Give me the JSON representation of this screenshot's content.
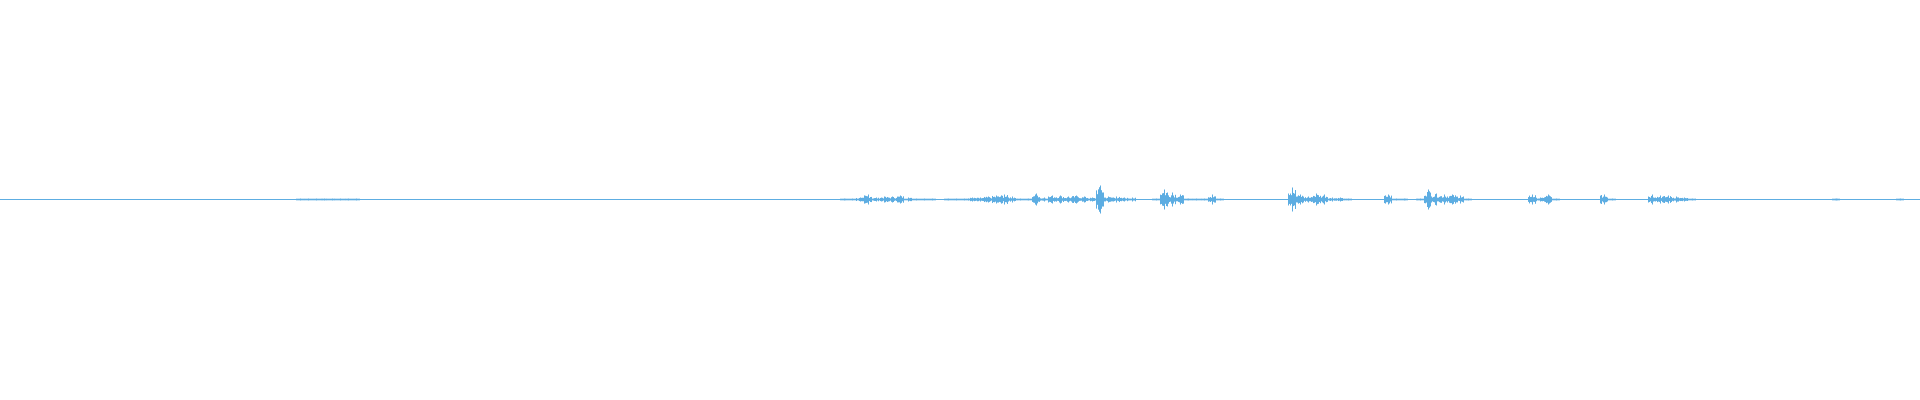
{
  "waveform": {
    "color": "#5dade2",
    "background": "#ffffff",
    "bucket_peaks": [
      0,
      0,
      0,
      0,
      0,
      0,
      0,
      0,
      0,
      0,
      0,
      0,
      0,
      0,
      0,
      0,
      0,
      0,
      0,
      0,
      0,
      0,
      0,
      0,
      0,
      0,
      0,
      0,
      0,
      0,
      0,
      0,
      0,
      0,
      0,
      0,
      0,
      1,
      1,
      1,
      1,
      1,
      1,
      1,
      1,
      0,
      0,
      0,
      0,
      0,
      0,
      0,
      0,
      0,
      0,
      0,
      0,
      0,
      0,
      0,
      0,
      0,
      0,
      0,
      0,
      0,
      0,
      0,
      0,
      0,
      0,
      0,
      0,
      0,
      0,
      0,
      0,
      0,
      0,
      0,
      0,
      0,
      0,
      0,
      0,
      0,
      0,
      0,
      0,
      0,
      0,
      0,
      0,
      0,
      0,
      0,
      0,
      0,
      0,
      0,
      0,
      0,
      0,
      0,
      0,
      1,
      1,
      2,
      5,
      2,
      3,
      3,
      4,
      2,
      1,
      1,
      1,
      0,
      1,
      1,
      1,
      2,
      2,
      3,
      4,
      5,
      3,
      1,
      1,
      6,
      2,
      4,
      4,
      3,
      4,
      3,
      2,
      14,
      3,
      3,
      2,
      2,
      0,
      0,
      1,
      10,
      7,
      5,
      1,
      1,
      1,
      5,
      1,
      0,
      0,
      0,
      0,
      0,
      0,
      0,
      0,
      12,
      5,
      3,
      6,
      5,
      2,
      2,
      1,
      0,
      0,
      0,
      0,
      5,
      1,
      1,
      0,
      1,
      10,
      6,
      5,
      5,
      4,
      1,
      0,
      0,
      0,
      0,
      0,
      0,
      0,
      5,
      2,
      5,
      1,
      0,
      0,
      0,
      0,
      0,
      5,
      1,
      0,
      0,
      0,
      0,
      5,
      4,
      4,
      3,
      2,
      1,
      0,
      0,
      0,
      0,
      0,
      0,
      0,
      0,
      0,
      0,
      0,
      0,
      0,
      0,
      0,
      0,
      0,
      1,
      0,
      0,
      0,
      0,
      0,
      0,
      0,
      1,
      0,
      0
    ]
  }
}
